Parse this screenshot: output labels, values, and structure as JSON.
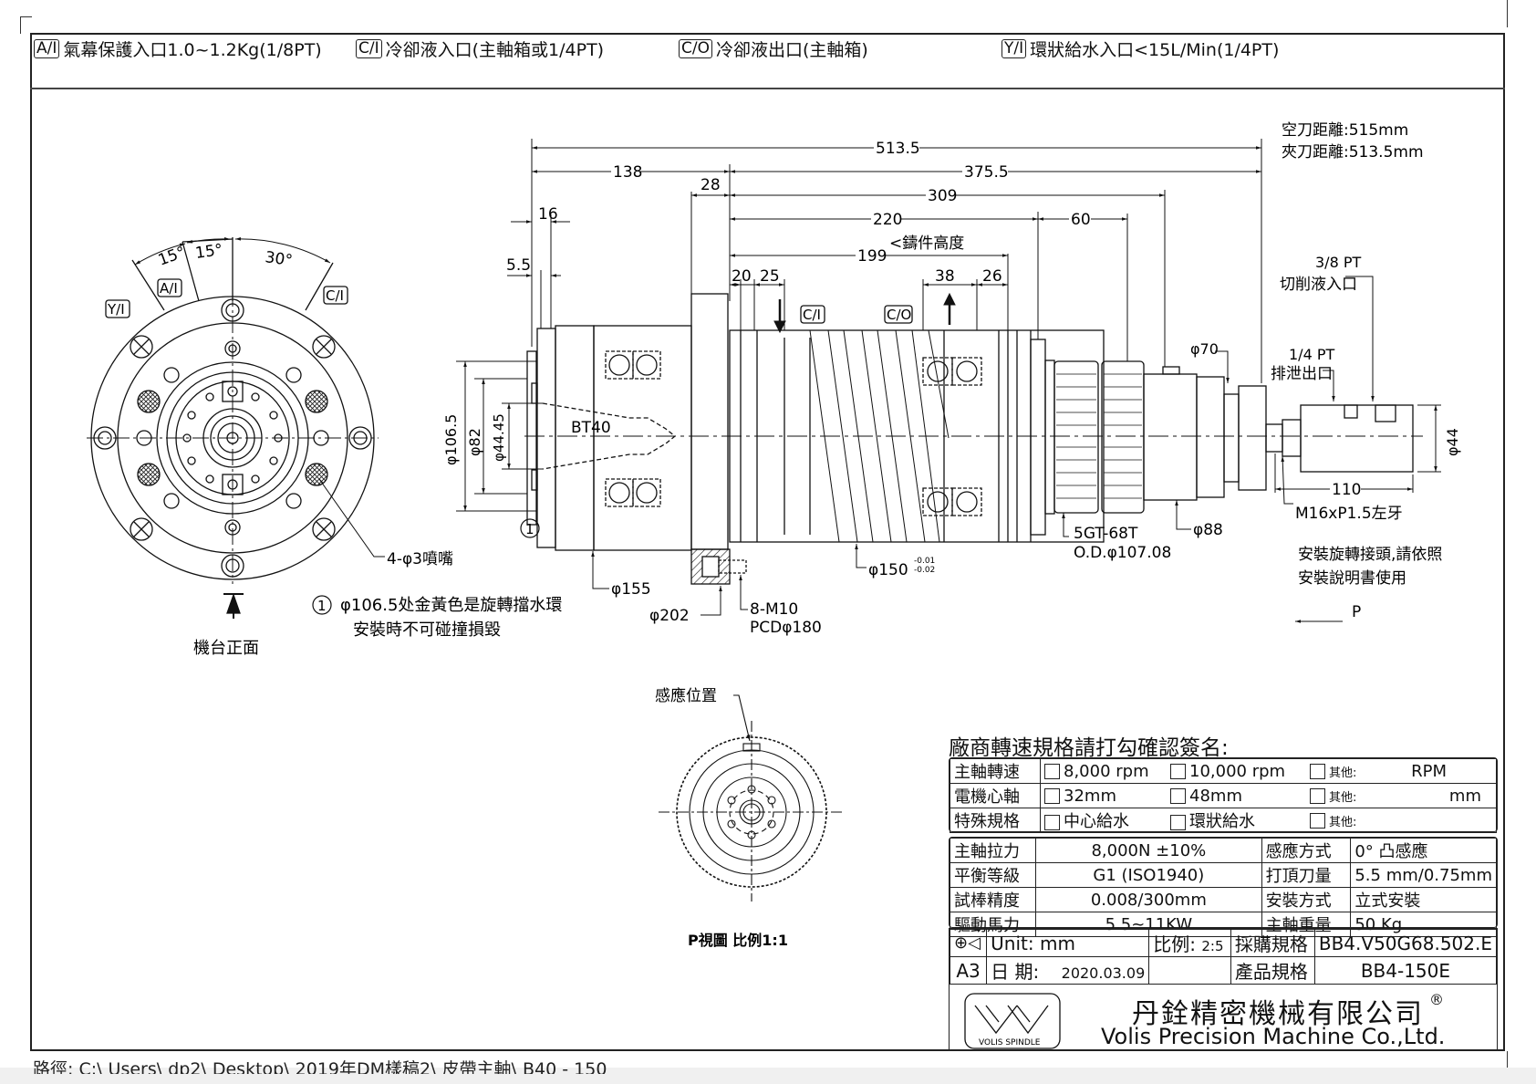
{
  "header": {
    "items": [
      {
        "tag": "A/I",
        "text": "氣幕保護入口1.0~1.2Kg(1/8PT)"
      },
      {
        "tag": "C/I",
        "text": "冷卻液入口(主軸箱或1/4PT)"
      },
      {
        "tag": "C/O",
        "text": "冷卻液出口(主軸箱)"
      },
      {
        "tag": "Y/I",
        "text": "環狀給水入口<15L/Min(1/4PT)"
      }
    ]
  },
  "front_view": {
    "angles": [
      "15°",
      "15°",
      "30°"
    ],
    "tags": [
      "Y/I",
      "A/I",
      "C/I"
    ],
    "nozzle_label": "4-φ3噴嘴",
    "front_label": "機台正面"
  },
  "note": {
    "marker": "1",
    "line1": "φ106.5处金黃色是旋轉擋水環",
    "line2": "安裝時不可碰撞損毀"
  },
  "side_view": {
    "dims_top": {
      "d513": "513.5",
      "d138": "138",
      "d375": "375.5",
      "d28": "28",
      "d309": "309",
      "d16": "16",
      "d220": "220",
      "d60": "60",
      "d55": "5.5",
      "d199": "199",
      "casting_height": "<鑄件高度",
      "d20": "20",
      "d25": "25",
      "d38": "38",
      "d26": "26"
    },
    "tag_ci": "C/I",
    "tag_co": "C/O",
    "empty_tool_distance": "空刀距離:515mm",
    "clamp_tool_distance": "夾刀距離:513.5mm",
    "dia_left": [
      "φ106.5",
      "φ82",
      "φ44.45"
    ],
    "bt": "BT40",
    "marker": "1",
    "d155": "φ155",
    "d202": "φ202",
    "m10": "8-M10",
    "pcd": "PCDφ180",
    "d150": "φ150",
    "d150_tol_upper": "-0.01",
    "d150_tol_lower": "-0.02",
    "gear1": "5GT-68T",
    "gear2": "O.D.φ107.08",
    "d88": "φ88",
    "d70": "φ70",
    "pt38": "3/8 PT",
    "cutting_inlet": "切削液入口",
    "pt14": "1/4 PT",
    "drain_outlet": "排泄出口",
    "d44": "φ44",
    "d110": "110",
    "thread": "M16xP1.5左牙",
    "install_note1": "安裝旋轉接頭,請依照",
    "install_note2": "安裝說明書使用",
    "p_arrow": "P"
  },
  "p_view": {
    "sensor_label": "感應位置",
    "caption": "P視圖 比例1:1"
  },
  "signature": {
    "title": "廠商轉速規格請打勾確認簽名:",
    "rows": [
      {
        "label": "主軸轉速",
        "opt1": "8,000 rpm",
        "opt2": "10,000 rpm",
        "other": "其他:",
        "unit": "RPM"
      },
      {
        "label": "電機心軸",
        "opt1": "32mm",
        "opt2": "48mm",
        "other": "其他:",
        "unit": "mm"
      },
      {
        "label": "特殊規格",
        "opt1": "中心給水",
        "opt2": "環狀給水",
        "other": "其他:",
        "unit": ""
      }
    ]
  },
  "specs": {
    "rows": [
      {
        "k1": "主軸拉力",
        "v1": "8,000N ±10%",
        "k2": "感應方式",
        "v2": "0°  凸感應"
      },
      {
        "k1": "平衡等級",
        "v1": "G1  (ISO1940)",
        "k2": "打頂刀量",
        "v2": "5.5 mm/0.75mm"
      },
      {
        "k1": "試棒精度",
        "v1": "0.008/300mm",
        "k2": "安裝方式",
        "v2": "立式安裝"
      },
      {
        "k1": "驅動馬力",
        "v1": "5.5~11KW",
        "k2": "主軸重量",
        "v2": "50 Kg"
      }
    ]
  },
  "title_block": {
    "unit_label": "Unit:",
    "unit_value": "mm",
    "scale_label": "比例:",
    "scale_value": "2:5",
    "purchase_label": "採購規格",
    "purchase_value": "BB4.V50G68.502.E",
    "sheet": "A3",
    "date_label": "日 期:",
    "date_value": "2020.03.09",
    "product_label": "產品規格",
    "product_value": "BB4-150E",
    "company_cn": "丹銓精密機械有限公司",
    "registered": "®",
    "company_en": "Volis Precision Machine Co.,Ltd.",
    "logo_text": "VOLIS SPINDLE"
  },
  "footer": {
    "path": "路徑: C:\\ Users\\ dp2\\ Desktop\\ 2019年DM樣稿2\\ 皮帶主軸\\ B40 - 150"
  }
}
